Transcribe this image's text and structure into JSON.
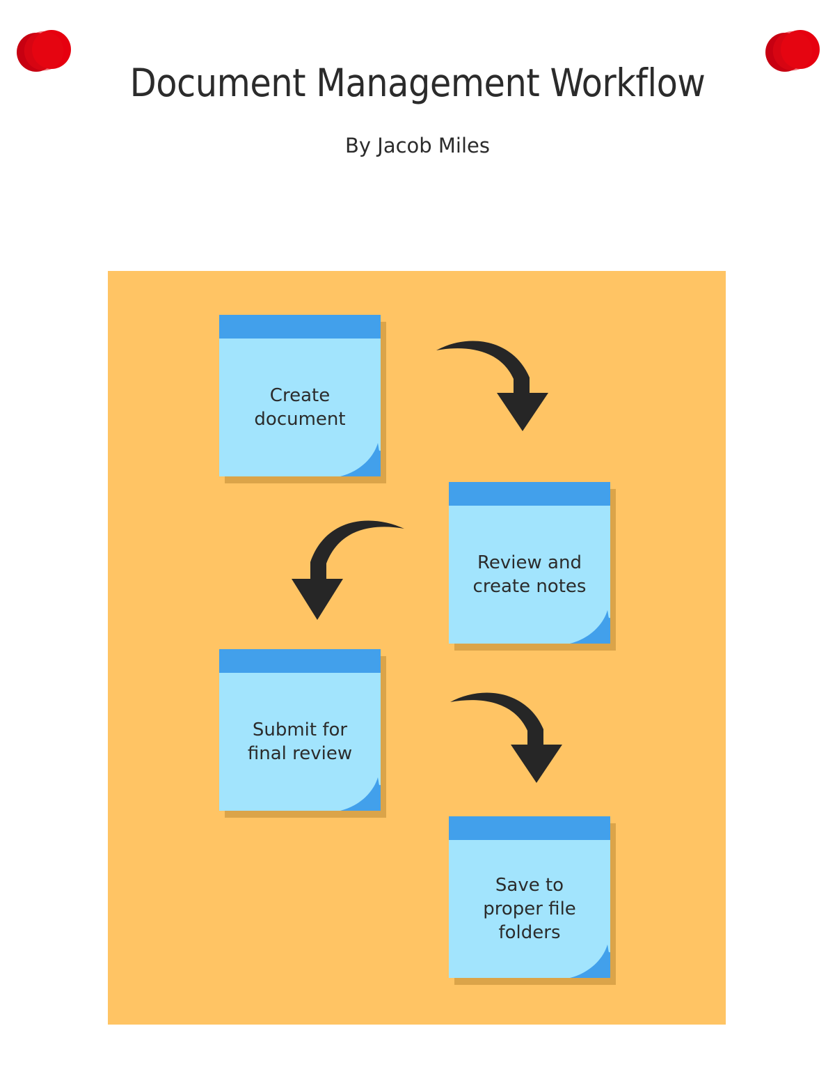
{
  "page": {
    "title": "Document Management Workflow",
    "author": "By Jacob Miles",
    "background_color": "#FFFFFF"
  },
  "decorations": {
    "pins": [
      {
        "name": "pin-top-left",
        "color": "#E6000F",
        "color_dark": "#C70011"
      },
      {
        "name": "pin-top-right",
        "color": "#E6000F",
        "color_dark": "#C70011"
      }
    ]
  },
  "board": {
    "background_color": "#FFC464",
    "note_colors": {
      "header": "#42A0EB",
      "body": "#A2E4FD",
      "curl": "#42A0EB",
      "shadow": "#DBA449",
      "text": "#2B2B2B"
    },
    "arrow_color": "#262626",
    "notes": [
      {
        "id": "note-1",
        "step": 1,
        "text": "Create\ndocument"
      },
      {
        "id": "note-2",
        "step": 2,
        "text": "Review and\ncreate notes"
      },
      {
        "id": "note-3",
        "step": 3,
        "text": "Submit for\nfinal review"
      },
      {
        "id": "note-4",
        "step": 4,
        "text": "Save to\nproper file\nfolders"
      }
    ],
    "arrows": [
      {
        "id": "arrow-1",
        "from": "note-1",
        "to": "note-2",
        "direction": "curve-right-down"
      },
      {
        "id": "arrow-2",
        "from": "note-2",
        "to": "note-3",
        "direction": "curve-left-down"
      },
      {
        "id": "arrow-3",
        "from": "note-3",
        "to": "note-4",
        "direction": "curve-right-down"
      }
    ]
  },
  "chart_data": {
    "type": "diagram",
    "title": "Document Management Workflow",
    "subtitle": "By Jacob Miles",
    "nodes": [
      {
        "step": 1,
        "label": "Create document"
      },
      {
        "step": 2,
        "label": "Review and create notes"
      },
      {
        "step": 3,
        "label": "Submit for final review"
      },
      {
        "step": 4,
        "label": "Save to proper file folders"
      }
    ],
    "edges": [
      {
        "from": 1,
        "to": 2
      },
      {
        "from": 2,
        "to": 3
      },
      {
        "from": 3,
        "to": 4
      }
    ]
  }
}
